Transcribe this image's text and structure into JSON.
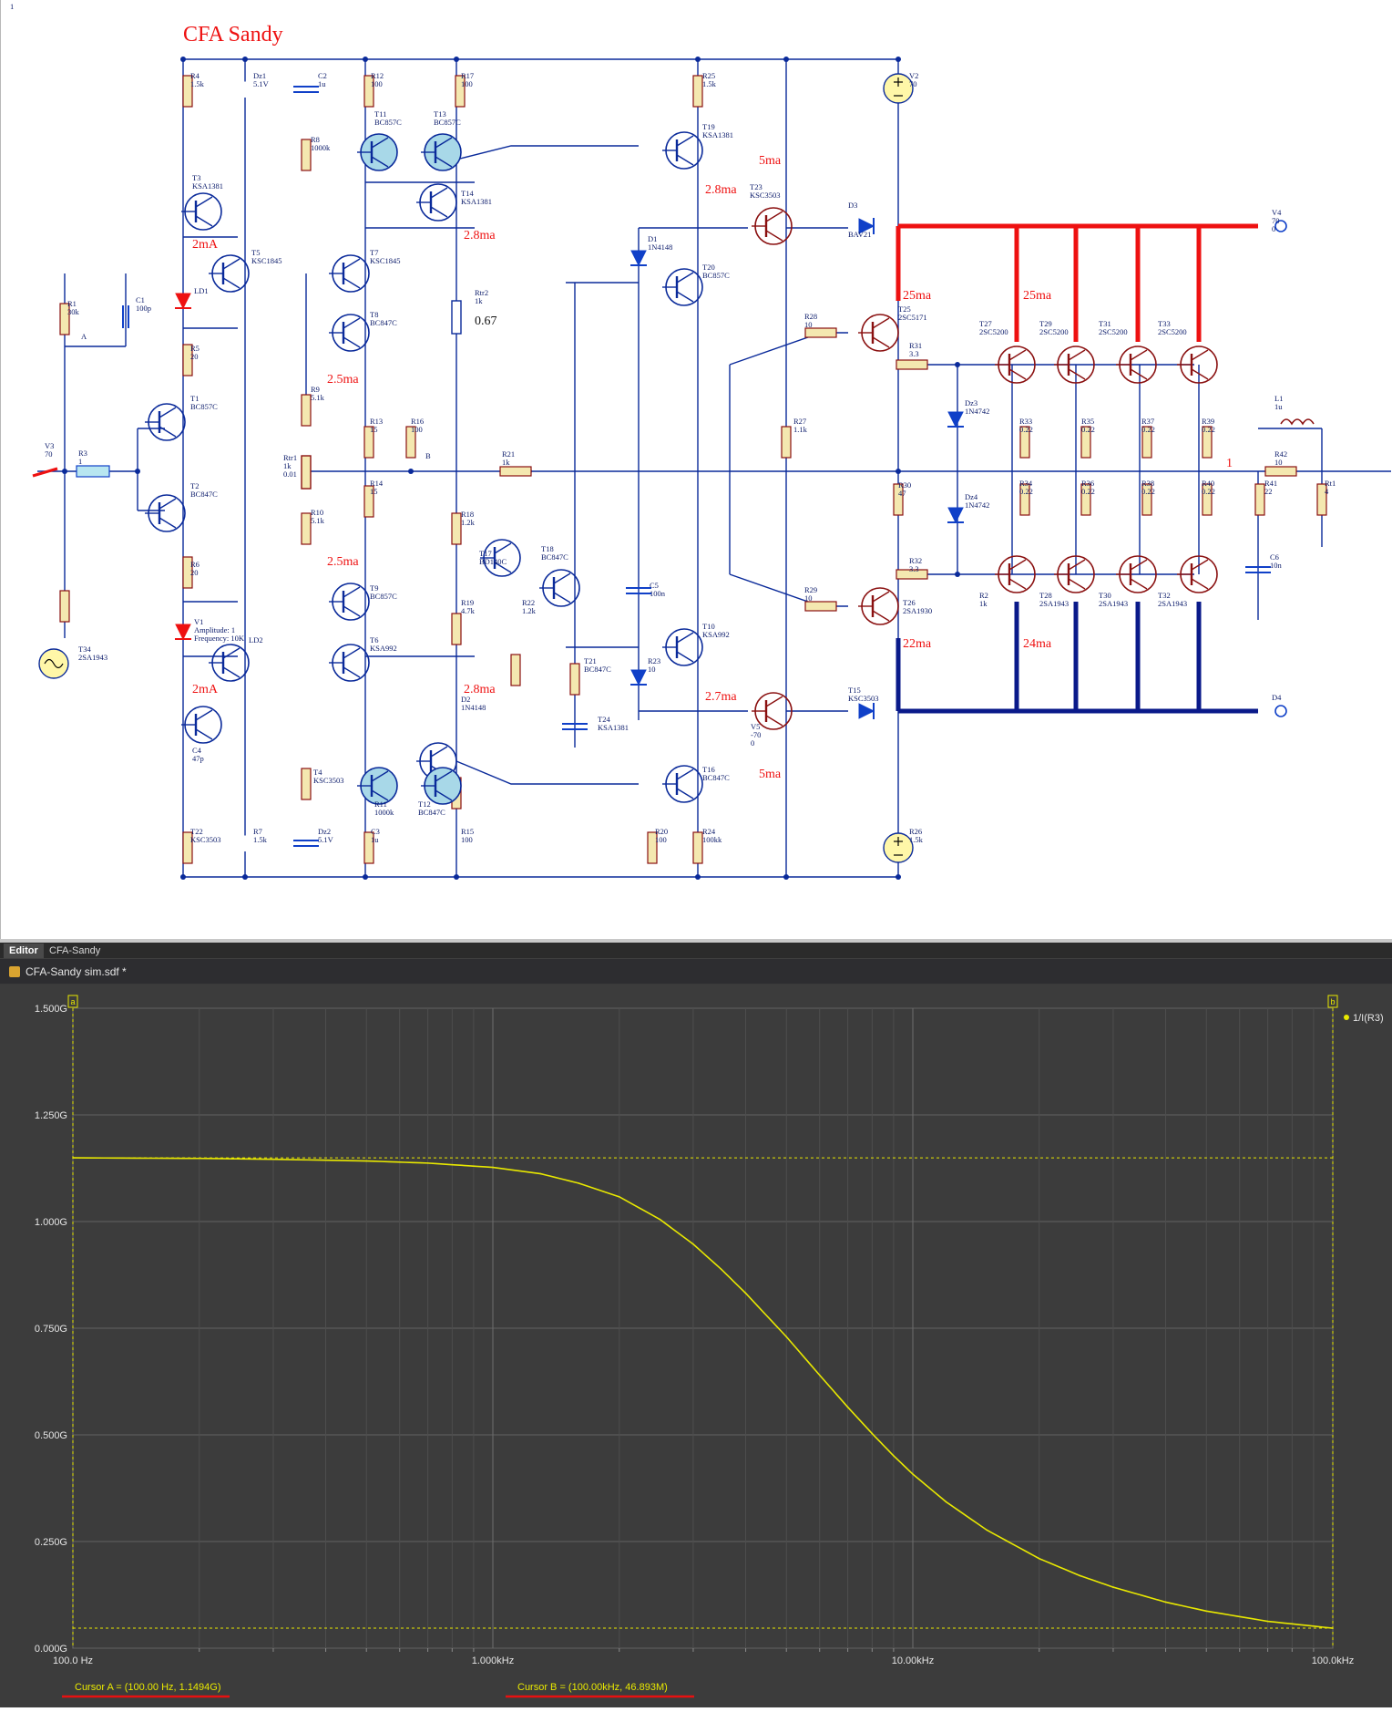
{
  "schematic": {
    "title": "CFA Sandy",
    "labels": [
      {
        "text": "R4\n1.5k"
      },
      {
        "text": "Dz1\n5.1V"
      },
      {
        "text": "C2\n1u"
      },
      {
        "text": "R12\n100"
      },
      {
        "text": "R17\n100"
      },
      {
        "text": "R25\n1.5k"
      },
      {
        "text": "V2\n70"
      },
      {
        "text": "R8\n1000k"
      },
      {
        "text": "T11\nBC857C"
      },
      {
        "text": "T13\nBC857C"
      },
      {
        "text": "T19\nKSA1381"
      },
      {
        "text": "T3\nKSA1381"
      },
      {
        "text": "T14\nKSA1381"
      },
      {
        "text": "T23\nKSC3503"
      },
      {
        "text": "D3"
      },
      {
        "text": "BAV21"
      },
      {
        "text": "V4\n70\n0"
      },
      {
        "text": "T5\nKSC1845"
      },
      {
        "text": "T7\nKSC1845"
      },
      {
        "text": "D1\n1N4148"
      },
      {
        "text": "T20\nBC857C"
      },
      {
        "text": "Rtr2\n1k"
      },
      {
        "text": "R1\n30k"
      },
      {
        "text": "C1\n100p"
      },
      {
        "text": "LD1"
      },
      {
        "text": "T8\nBC847C"
      },
      {
        "text": "R28\n10"
      },
      {
        "text": "T25\n2SC5171"
      },
      {
        "text": "T27\n2SC5200"
      },
      {
        "text": "T29\n2SC5200"
      },
      {
        "text": "T31\n2SC5200"
      },
      {
        "text": "T33\n2SC5200"
      },
      {
        "text": "R31\n3.3"
      },
      {
        "text": "R5\n20"
      },
      {
        "text": "A"
      },
      {
        "text": "T1\nBC857C"
      },
      {
        "text": "R9\n5.1k"
      },
      {
        "text": "R13\n15"
      },
      {
        "text": "R16\n100"
      },
      {
        "text": "Dz3\n1N4742"
      },
      {
        "text": "R27\n1.1k"
      },
      {
        "text": "R33\n0.22"
      },
      {
        "text": "R35\n0.22"
      },
      {
        "text": "R37\n0.22"
      },
      {
        "text": "R39\n0.22"
      },
      {
        "text": "L1\n1u"
      },
      {
        "text": "R3\n1"
      },
      {
        "text": "Rtr1\n1k\n0.01"
      },
      {
        "text": "B"
      },
      {
        "text": "R21\n1k"
      },
      {
        "text": "R42\n10"
      },
      {
        "text": "T2\nBC847C"
      },
      {
        "text": "R14\n15"
      },
      {
        "text": "R10\n5.1k"
      },
      {
        "text": "R30\n47"
      },
      {
        "text": "Dz4\n1N4742"
      },
      {
        "text": "R34\n0.22"
      },
      {
        "text": "R36\n0.22"
      },
      {
        "text": "R38\n0.22"
      },
      {
        "text": "R40\n0.22"
      },
      {
        "text": "R41\n22"
      },
      {
        "text": "Rt1\n4"
      },
      {
        "text": "R18\n1.2k"
      },
      {
        "text": "T18\nBC847C"
      },
      {
        "text": "T17\nBD140C"
      },
      {
        "text": "C5\n100n"
      },
      {
        "text": "R32\n3.3"
      },
      {
        "text": "C6\n10n"
      },
      {
        "text": "R6\n20"
      },
      {
        "text": "T9\nBC857C"
      },
      {
        "text": "R19\n4.7k"
      },
      {
        "text": "R22\n1.2k"
      },
      {
        "text": "R29\n10"
      },
      {
        "text": "T26\n2SA1930"
      },
      {
        "text": "R2\n1k"
      },
      {
        "text": "T28\n2SA1943"
      },
      {
        "text": "T30\n2SA1943"
      },
      {
        "text": "T32\n2SA1943"
      },
      {
        "text": "T34\n2SA1943"
      },
      {
        "text": "V1\nAmplitude: 1\nFrequency: 10K"
      },
      {
        "text": "LD2"
      },
      {
        "text": "T6\nKSA992"
      },
      {
        "text": "T10\nKSA992"
      },
      {
        "text": "T21\nBC847C"
      },
      {
        "text": "R23\n10"
      },
      {
        "text": "D2\n1N4148"
      },
      {
        "text": "T15\nKSC3503"
      },
      {
        "text": "D4"
      },
      {
        "text": "V5\n-70\n0"
      },
      {
        "text": "T24\nKSA1381"
      },
      {
        "text": "C4\n47p"
      },
      {
        "text": "T4\nKSC3503"
      },
      {
        "text": "R11\n1000k"
      },
      {
        "text": "T12\nBC847C"
      },
      {
        "text": "T16\nBC847C"
      },
      {
        "text": "T22\nKSC3503"
      },
      {
        "text": "R7\n1.5k"
      },
      {
        "text": "Dz2\n5.1V"
      },
      {
        "text": "C3\n1u"
      },
      {
        "text": "R15\n100"
      },
      {
        "text": "R20\n100"
      },
      {
        "text": "R24\n100kk"
      },
      {
        "text": "R26\n1.5k"
      },
      {
        "text": "V3\n70"
      },
      {
        "text": "1"
      }
    ],
    "annotations": [
      {
        "text": "5ma"
      },
      {
        "text": "2.8ma"
      },
      {
        "text": "2.8ma"
      },
      {
        "text": "2mA"
      },
      {
        "text": "25ma"
      },
      {
        "text": "25ma"
      },
      {
        "text": "2.5ma"
      },
      {
        "text": "2.5ma"
      },
      {
        "text": "22ma"
      },
      {
        "text": "24ma"
      },
      {
        "text": "2mA"
      },
      {
        "text": "2.8ma"
      },
      {
        "text": "2.7ma"
      },
      {
        "text": "5ma"
      },
      {
        "text": "1"
      }
    ],
    "trimmer_value": "0.67"
  },
  "tabs": [
    {
      "label": "Editor",
      "active": true
    },
    {
      "label": "CFA-Sandy",
      "active": false
    }
  ],
  "document": {
    "title": "CFA-Sandy sim.sdf *"
  },
  "chart_data": {
    "type": "line",
    "title": "",
    "xlabel": "",
    "ylabel": "",
    "x_scale": "log",
    "xlim": [
      100,
      100000
    ],
    "ylim": [
      0,
      1500000000
    ],
    "y_ticks": [
      "0.000G",
      "0.250G",
      "0.500G",
      "0.750G",
      "1.000G",
      "1.250G",
      "1.500G"
    ],
    "x_ticks": [
      "100.0 Hz",
      "1.000kHz",
      "10.00kHz",
      "100.0kHz"
    ],
    "series": [
      {
        "name": "1/I(R3)",
        "color": "#e8e800",
        "x": [
          100,
          200,
          300,
          500,
          700,
          1000,
          1300,
          1600,
          2000,
          2500,
          3000,
          3500,
          4000,
          5000,
          6000,
          7000,
          8000,
          9000,
          10000,
          12000,
          15000,
          20000,
          25000,
          30000,
          40000,
          50000,
          70000,
          100000
        ],
        "y": [
          1149400000,
          1148000000,
          1146000000,
          1142000000,
          1137000000,
          1127000000,
          1112000000,
          1090000000,
          1058000000,
          1005000000,
          947000000,
          888000000,
          832000000,
          730000000,
          640000000,
          565000000,
          503000000,
          451000000,
          408000000,
          343000000,
          277000000,
          210000000,
          170000000,
          143000000,
          108000000,
          87000000,
          63000000,
          46893000
        ]
      }
    ],
    "cursor_a": {
      "label": "a",
      "readout": "Cursor A = (100.00 Hz, 1.1494G)"
    },
    "cursor_b": {
      "label": "b",
      "readout": "Cursor B = (100.00kHz, 46.893M)"
    }
  }
}
